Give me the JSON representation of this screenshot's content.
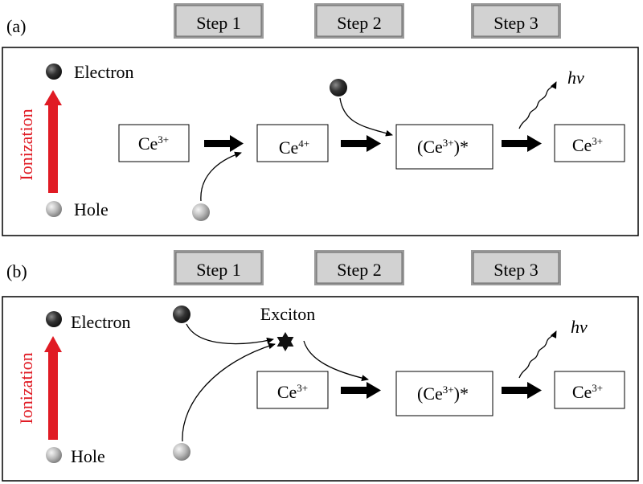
{
  "panel_a": {
    "label": "(a)",
    "steps": [
      "Step 1",
      "Step 2",
      "Step 3"
    ],
    "legend": {
      "electron": "Electron",
      "hole": "Hole",
      "ionization": "Ionization"
    },
    "states": [
      {
        "base": "Ce",
        "sup": "3+",
        "pre": "",
        "post": ""
      },
      {
        "base": "Ce",
        "sup": "4+",
        "pre": "",
        "post": ""
      },
      {
        "base": "Ce",
        "sup": "3+",
        "pre": "(",
        "post": ")*"
      },
      {
        "base": "Ce",
        "sup": "3+",
        "pre": "",
        "post": ""
      }
    ],
    "photon": "hν"
  },
  "panel_b": {
    "label": "(b)",
    "steps": [
      "Step 1",
      "Step 2",
      "Step 3"
    ],
    "legend": {
      "electron": "Electron",
      "hole": "Hole",
      "ionization": "Ionization"
    },
    "exciton": "Exciton",
    "states": [
      {
        "base": "Ce",
        "sup": "3+",
        "pre": "",
        "post": ""
      },
      {
        "base": "Ce",
        "sup": "3+",
        "pre": "(",
        "post": ")*"
      },
      {
        "base": "Ce",
        "sup": "3+",
        "pre": "",
        "post": ""
      }
    ],
    "photon": "hν"
  },
  "colors": {
    "ionization_arrow": "#e01b24",
    "step_button": "#d0d0d0",
    "electron": "#2a2a2a",
    "hole": "#b5b5b5"
  },
  "icons": {
    "electron": "electron-sphere-icon",
    "hole": "hole-sphere-icon",
    "exciton": "exciton-star-icon",
    "photon": "wavy-photon-arrow-icon"
  }
}
